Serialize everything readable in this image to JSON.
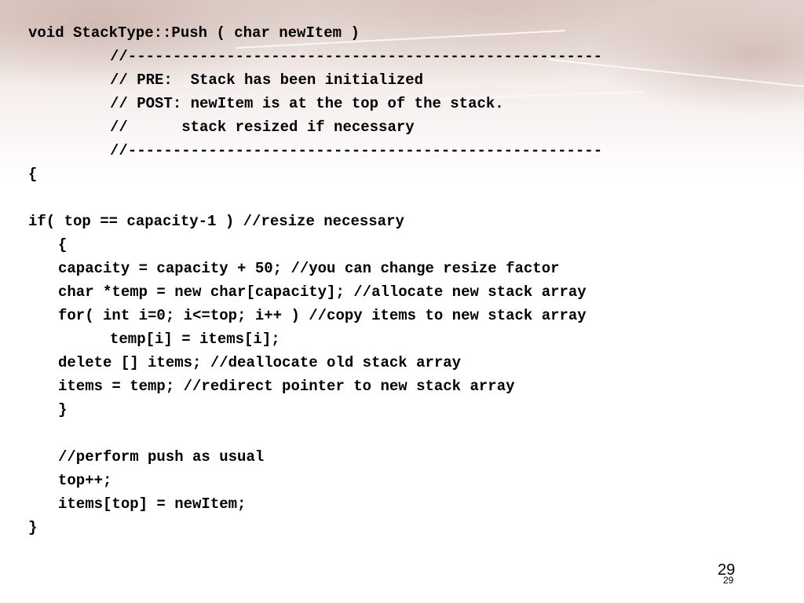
{
  "code_lines": [
    "void StackType::Push ( char newItem )",
    "//-----------------------------------------------------",
    "// PRE:  Stack has been initialized",
    "// POST: newItem is at the top of the stack.",
    "//      stack resized if necessary",
    "//-----------------------------------------------------",
    "{",
    "if( top == capacity-1 ) //resize necessary",
    "{",
    "capacity = capacity + 50; //you can change resize factor",
    "char *temp = new char[capacity]; //allocate new stack array",
    "for( int i=0; i<=top; i++ ) //copy items to new stack array",
    "temp[i] = items[i];",
    "delete [] items; //deallocate old stack array",
    "items = temp; //redirect pointer to new stack array",
    "}",
    "//perform push as usual",
    "top++;",
    "items[top] = newItem;",
    "}"
  ],
  "page_number": "29",
  "page_number_footer": "29"
}
